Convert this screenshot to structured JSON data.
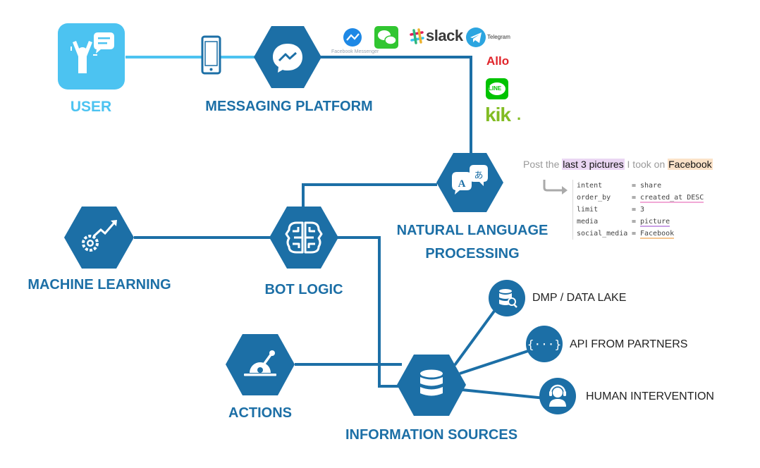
{
  "nodes": {
    "user": "USER",
    "messaging_platform": "MESSAGING PLATFORM",
    "nlp_line1": "NATURAL LANGUAGE",
    "nlp_line2": "PROCESSING",
    "machine_learning": "MACHINE LEARNING",
    "bot_logic": "BOT LOGIC",
    "actions": "ACTIONS",
    "information_sources": "INFORMATION SOURCES",
    "dmp": "DMP / DATA LAKE",
    "api_partners": "API FROM PARTNERS",
    "human_intervention": "HUMAN INTERVENTION"
  },
  "platforms": {
    "facebook_messenger": "Facebook Messenger",
    "slack": "slack",
    "telegram": "Telegram",
    "allo": "Allo",
    "line": "LINE",
    "kik": "kik"
  },
  "nlp_example": {
    "sentence_a": "Post the ",
    "sentence_b": "last 3 pictures",
    "sentence_c": " I took on ",
    "sentence_d": "Facebook",
    "rows": [
      {
        "key": "intent",
        "value": "share"
      },
      {
        "key": "order_by",
        "value": "created_at DESC"
      },
      {
        "key": "limit",
        "value": "3"
      },
      {
        "key": "media",
        "value": "picture"
      },
      {
        "key": "social_media",
        "value": "Facebook"
      }
    ]
  },
  "colors": {
    "primary": "#1c6fa6",
    "user": "#4cc3f1",
    "line": "#1c6fa6"
  },
  "icons": {
    "user": "person-speech-icon",
    "phone": "smartphone-icon",
    "messaging": "messenger-icon",
    "nlp": "translate-icon",
    "machine_learning": "gear-chart-icon",
    "bot_logic": "brain-icon",
    "actions": "lever-icon",
    "information_sources": "database-icon",
    "dmp": "database-search-icon",
    "api": "api-braces-icon",
    "human": "headset-agent-icon"
  }
}
